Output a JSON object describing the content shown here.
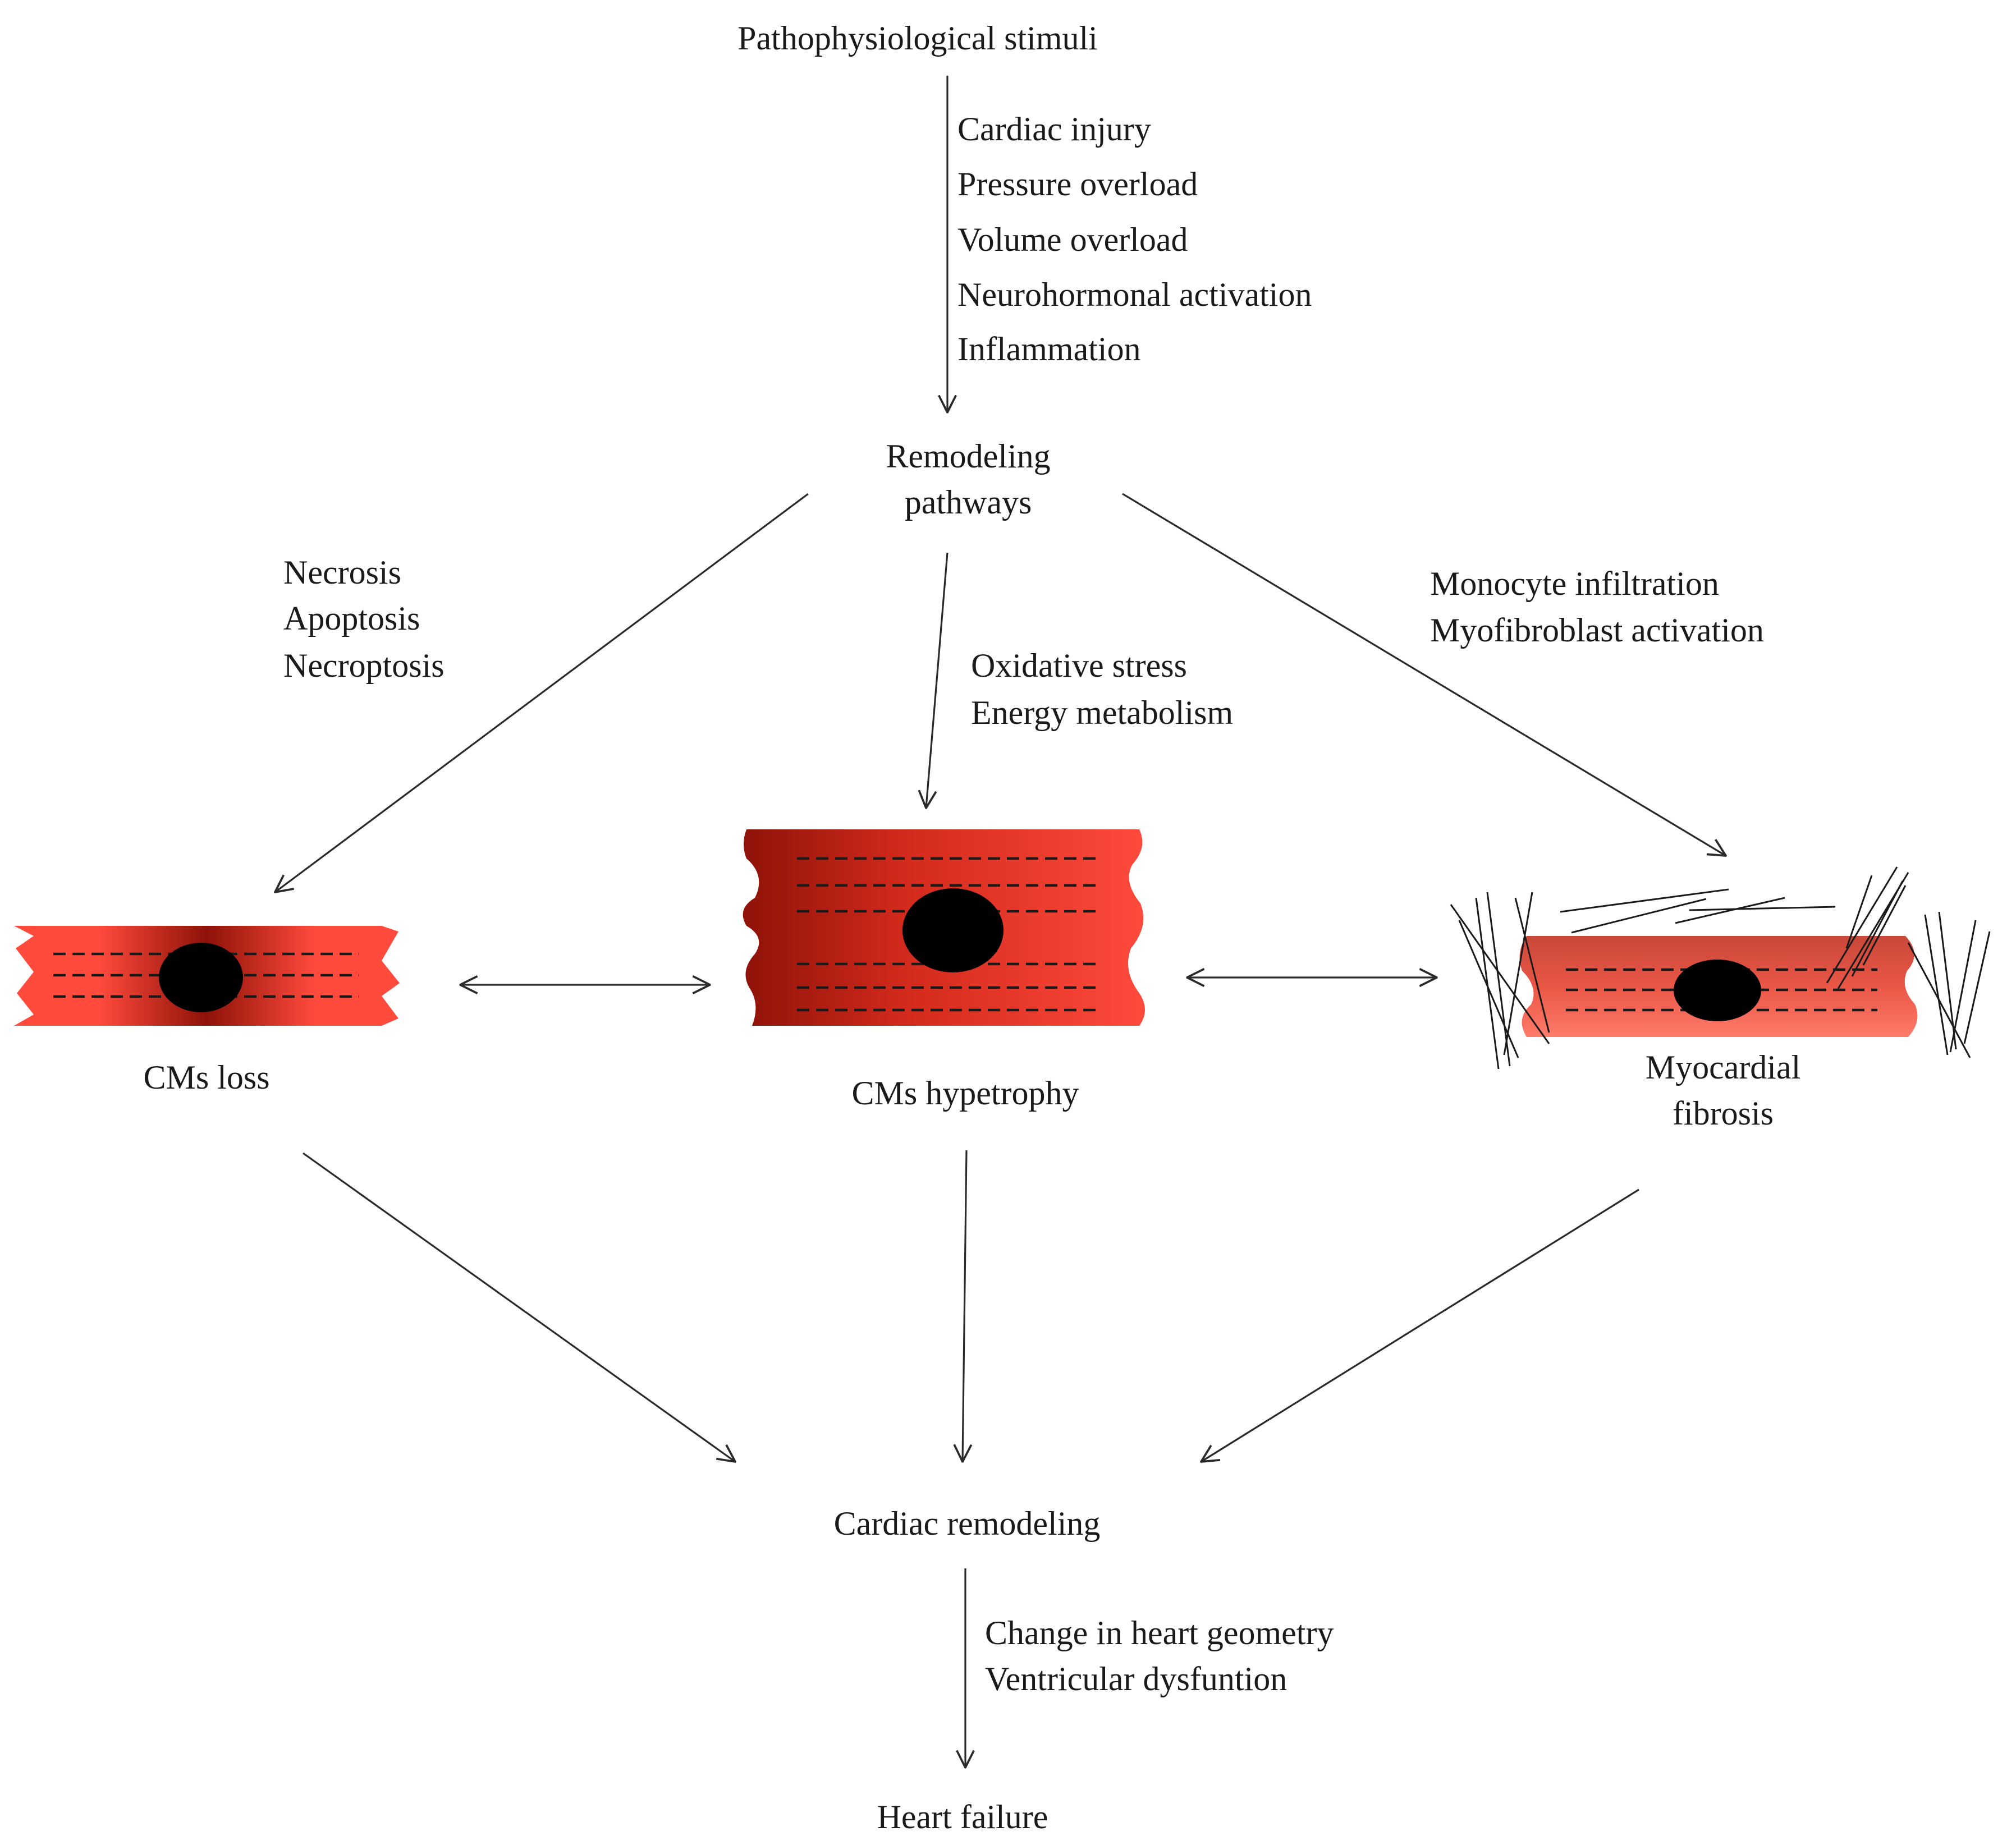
{
  "nodes": {
    "stimuli": "Pathophysiological stimuli",
    "remodeling_pathways": [
      "Remodeling",
      "pathways"
    ],
    "cms_loss": "CMs loss",
    "cms_hypertrophy": "CMs hypetrophy",
    "myocardial_fibrosis": [
      "Myocardial",
      "fibrosis"
    ],
    "cardiac_remodeling": "Cardiac remodeling",
    "heart_failure": "Heart failure"
  },
  "edge_labels": {
    "stimuli_list": [
      "Cardiac injury",
      "Pressure overload",
      "Volume overload",
      "Neurohormonal activation",
      "Inflammation"
    ],
    "loss_list": [
      "Necrosis",
      "Apoptosis",
      "Necroptosis"
    ],
    "hypertrophy_list": [
      "Oxidative stress",
      "Energy metabolism"
    ],
    "fibrosis_list": [
      "Monocyte infiltration",
      "Myofibroblast activation"
    ],
    "outcome_list": [
      "Change in heart geometry",
      "Ventricular dysfuntion"
    ]
  },
  "colors": {
    "cell_light": "#ff4a3c",
    "cell_dark": "#8e1208",
    "fibrosis_cell": "#e8503f",
    "nucleus": "#000000",
    "arrow": "#2a2a2a"
  }
}
